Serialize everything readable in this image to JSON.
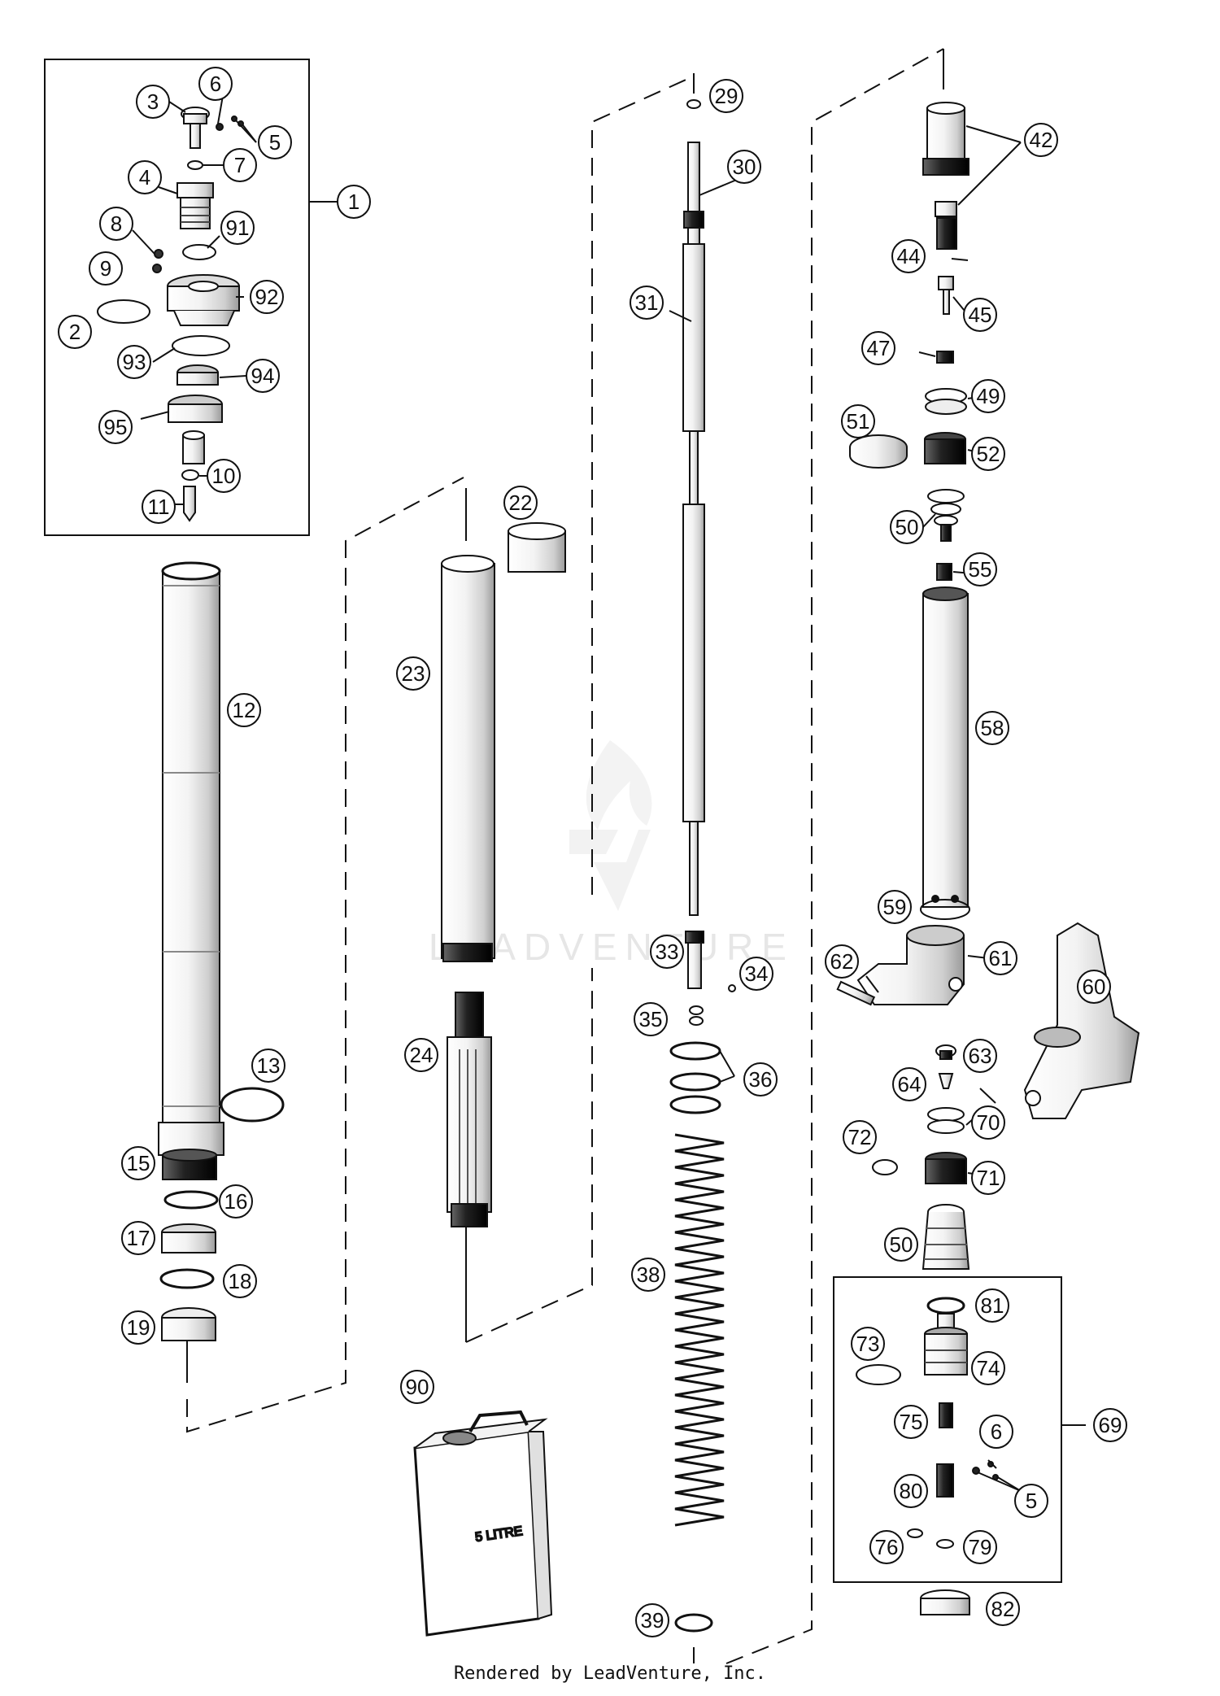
{
  "diagram": {
    "callouts": [
      "1",
      "2",
      "3",
      "4",
      "5",
      "6",
      "7",
      "8",
      "9",
      "10",
      "11",
      "12",
      "13",
      "15",
      "16",
      "17",
      "18",
      "19",
      "22",
      "23",
      "24",
      "29",
      "30",
      "31",
      "33",
      "34",
      "35",
      "36",
      "38",
      "39",
      "42",
      "44",
      "45",
      "47",
      "49",
      "50",
      "51",
      "52",
      "55",
      "58",
      "59",
      "60",
      "61",
      "62",
      "63",
      "64",
      "69",
      "70",
      "71",
      "72",
      "73",
      "74",
      "75",
      "76",
      "79",
      "80",
      "81",
      "82",
      "90",
      "91",
      "92",
      "93",
      "94",
      "95"
    ],
    "can_label": "5 LITRE",
    "watermark": "LEADVENTURE"
  },
  "footer": {
    "text": "Rendered by LeadVenture, Inc."
  }
}
